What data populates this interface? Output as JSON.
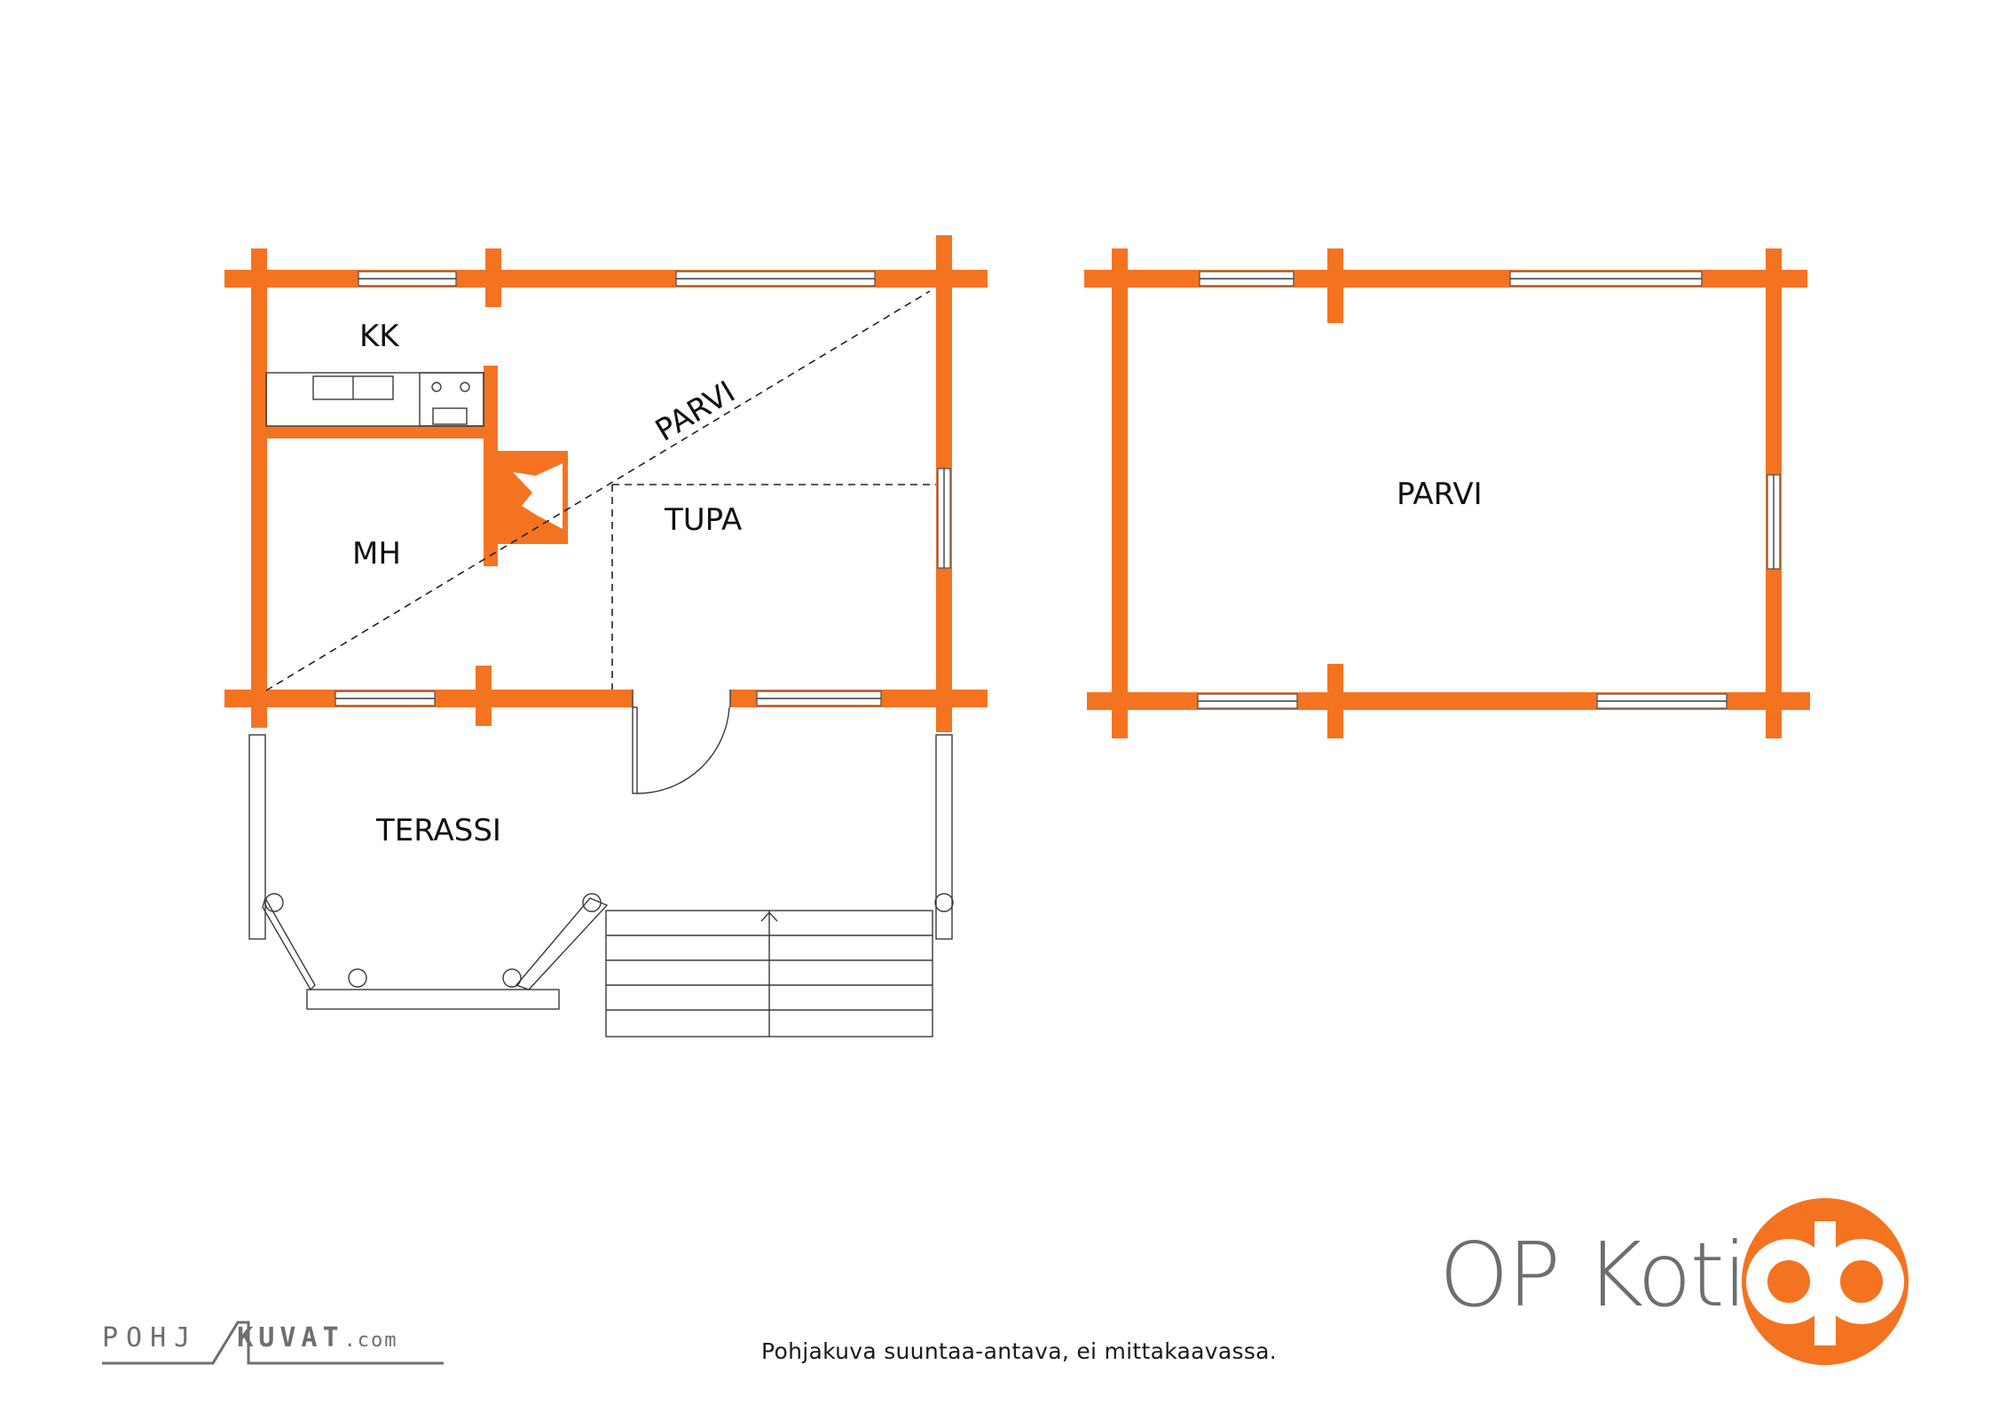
{
  "floor1": {
    "rooms": {
      "kk": "KK",
      "mh": "MH",
      "tupa": "TUPA",
      "parvi_outline": "PARVI",
      "terassi": "TERASSI"
    }
  },
  "floor2": {
    "rooms": {
      "parvi": "PARVI"
    }
  },
  "footer": {
    "caption": "Pohjakuva suuntaa-antava, ei mittakaavassa.",
    "brand_name": "OP Koti",
    "pohjakuvat": {
      "part1": "POHJ",
      "part2": "KUVAT",
      "part3": ".com"
    }
  },
  "colors": {
    "wall": "#f47321",
    "brand_gray": "#6d6e71",
    "logo_orange": "#f47321"
  },
  "icons": {
    "op_logo": "op-logo-icon",
    "pohjakuvat_logo": "pohjakuvat-logo"
  }
}
